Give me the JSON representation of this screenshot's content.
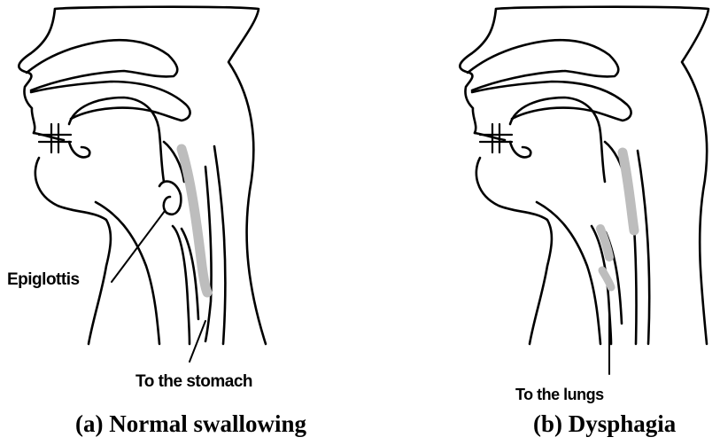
{
  "panels": [
    {
      "id": "a",
      "caption": "(a)  Normal swallowing",
      "labels": {
        "epiglottis": "Epiglottis",
        "destination": "To the stomach"
      }
    },
    {
      "id": "b",
      "caption": "(b)  Dysphagia",
      "labels": {
        "destination": "To the lungs"
      }
    }
  ],
  "colors": {
    "outline": "#000000",
    "bolus": "#bdbdbd",
    "background": "#ffffff"
  }
}
